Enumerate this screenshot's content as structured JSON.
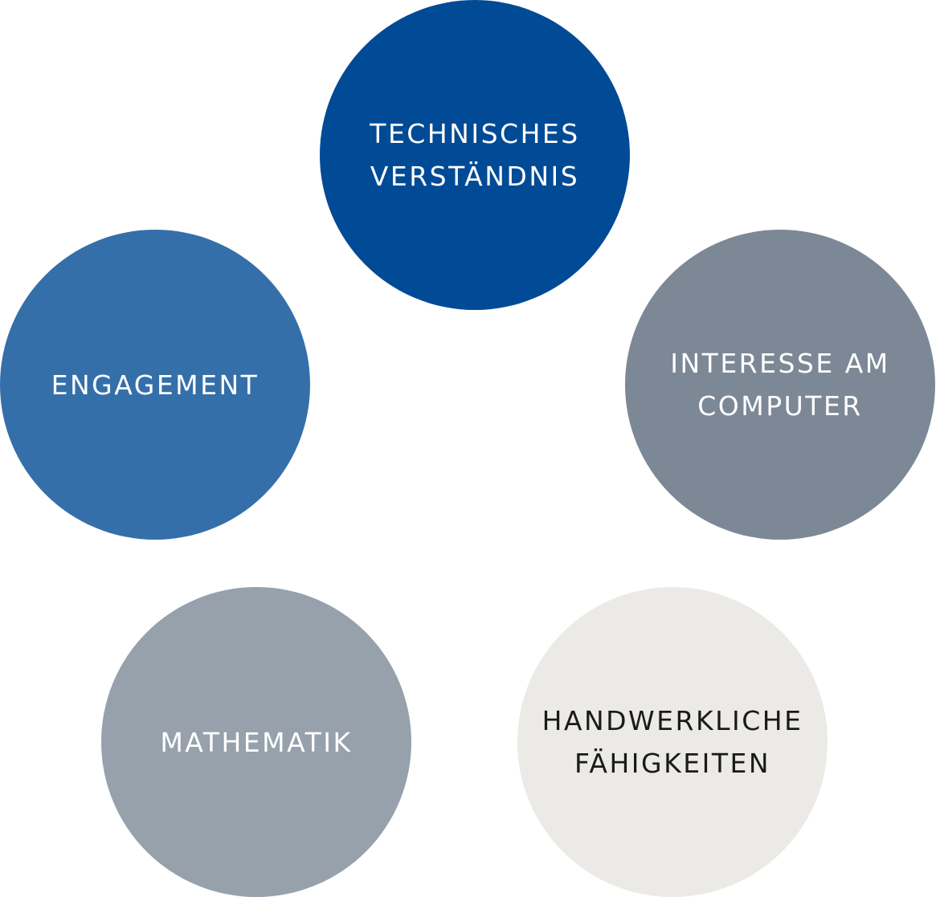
{
  "circles": [
    {
      "id": "c-tech",
      "label": "TECHNISCHES\nVERSTÄNDNIS",
      "color": "#004A96",
      "text_color": "#FFFFFF"
    },
    {
      "id": "c-eng",
      "label": "ENGAGEMENT",
      "color": "#356FA9",
      "text_color": "#FFFFFF"
    },
    {
      "id": "c-int",
      "label": "INTERESSE AM\nCOMPUTER",
      "color": "#7C8895",
      "text_color": "#FFFFFF"
    },
    {
      "id": "c-math",
      "label": "MATHEMATIK",
      "color": "#96A1AC",
      "text_color": "#FFFFFF"
    },
    {
      "id": "c-hand",
      "label": "HANDWERKLICHE\nFÄHIGKEITEN",
      "color": "#EBEAE7",
      "text_color": "#1A1A1A"
    }
  ]
}
